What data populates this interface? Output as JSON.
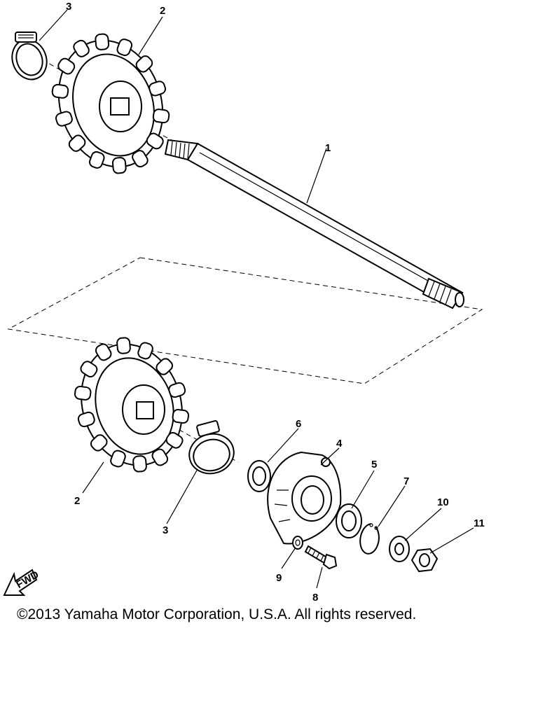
{
  "callouts": {
    "shaft": "1",
    "sprocket_upper": "2",
    "clamp_upper": "3",
    "sprocket_lower": "2",
    "clamp_lower": "3",
    "housing": "4",
    "bearing": "5",
    "oil_seal": "6",
    "circlip": "7",
    "bolt": "8",
    "washer_small": "9",
    "washer": "10",
    "nut": "11"
  },
  "fwd_label": "FWD",
  "copyright": "©2013 Yamaha Motor Corporation, U.S.A. All rights reserved."
}
